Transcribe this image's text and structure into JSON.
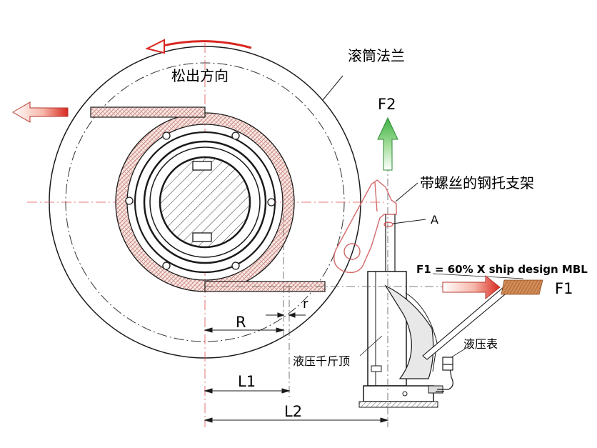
{
  "labels": {
    "flange": "滚筒法兰",
    "payout_direction": "松出方向",
    "f2": "F2",
    "bracket": "带螺丝的钢托支架",
    "point_a": "A",
    "formula": "F1 = 60% X ship design MBL",
    "f1": "F1",
    "r_small": "r",
    "r_big": "R",
    "l1": "L1",
    "l2": "L2",
    "pressure_gauge": "液压表",
    "hydraulic_jack": "液压千斤顶"
  },
  "colors": {
    "outline": "#1a1a1a",
    "center_line": "#e05050",
    "arrow_red": "#d8271f",
    "arrow_green": "#3cb043",
    "brake_band": "#c98a82",
    "rope": "#b96a3a"
  },
  "icons": {
    "payout_arrow": "curved-arrow-icon",
    "left_arrow": "left-arrow-icon",
    "f2_arrow": "up-arrow-icon",
    "f1_arrow": "right-arrow-icon"
  }
}
